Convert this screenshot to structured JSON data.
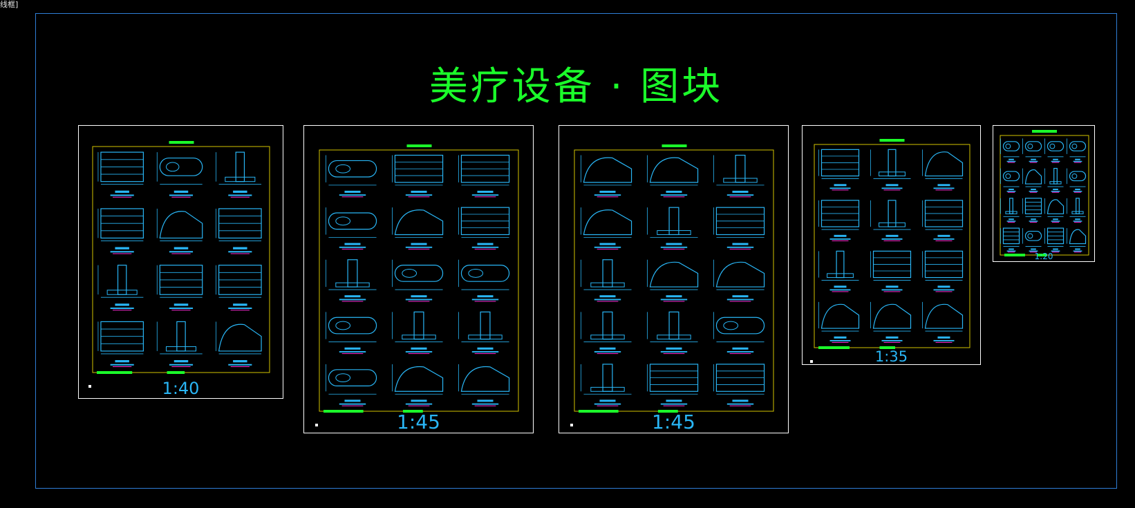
{
  "window": {
    "tag": "线框]"
  },
  "drawing": {
    "title": "美疗设备 · 图块",
    "sheets": [
      {
        "scale": "1:40"
      },
      {
        "scale": "1:45"
      },
      {
        "scale": "1:45"
      },
      {
        "scale": "1:35"
      },
      {
        "scale": "1:20"
      }
    ]
  },
  "colors": {
    "background": "#000000",
    "frame": "#2f7fd8",
    "title": "#1bff2a",
    "linework": "#29b6f6",
    "border": "#ffffff",
    "inner_border": "#d4c400",
    "highlight": "#1bff2a",
    "accent": "#ff2bd6"
  },
  "icons": [
    "cad-block-symbol"
  ]
}
